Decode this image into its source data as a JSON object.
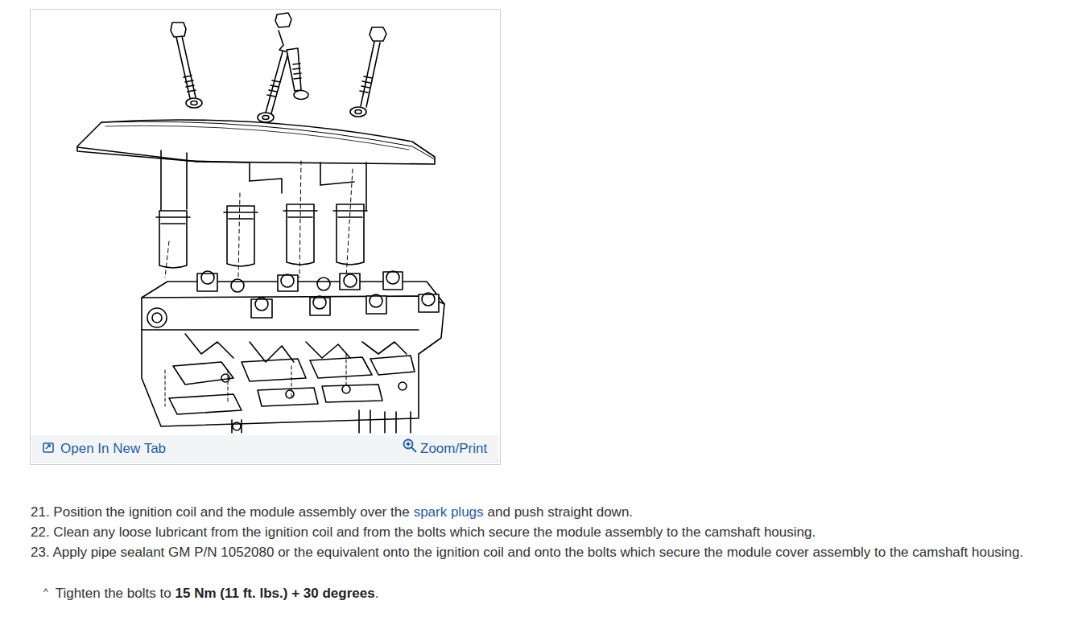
{
  "diagram": {
    "labels": [
      "Open In New Tab",
      "Zoom/Print",
      "21. Position the ignition coil and the module assembly over the",
      "spark plugs",
      "and push straight down.",
      "22. Clean any loose lubricant from the ignition coil and from the bolts which secure the module assembly to the camshaft housing.",
      "23. Apply pipe sealant GM P/N 1052080 or the equivalent onto the ignition coil and onto the bolts which secure the module cover assembly to the camshaft housing.",
      "^",
      "Tighten the bolts to",
      "15 Nm (11 ft. lbs.) + 30 degrees",
      "."
    ]
  }
}
